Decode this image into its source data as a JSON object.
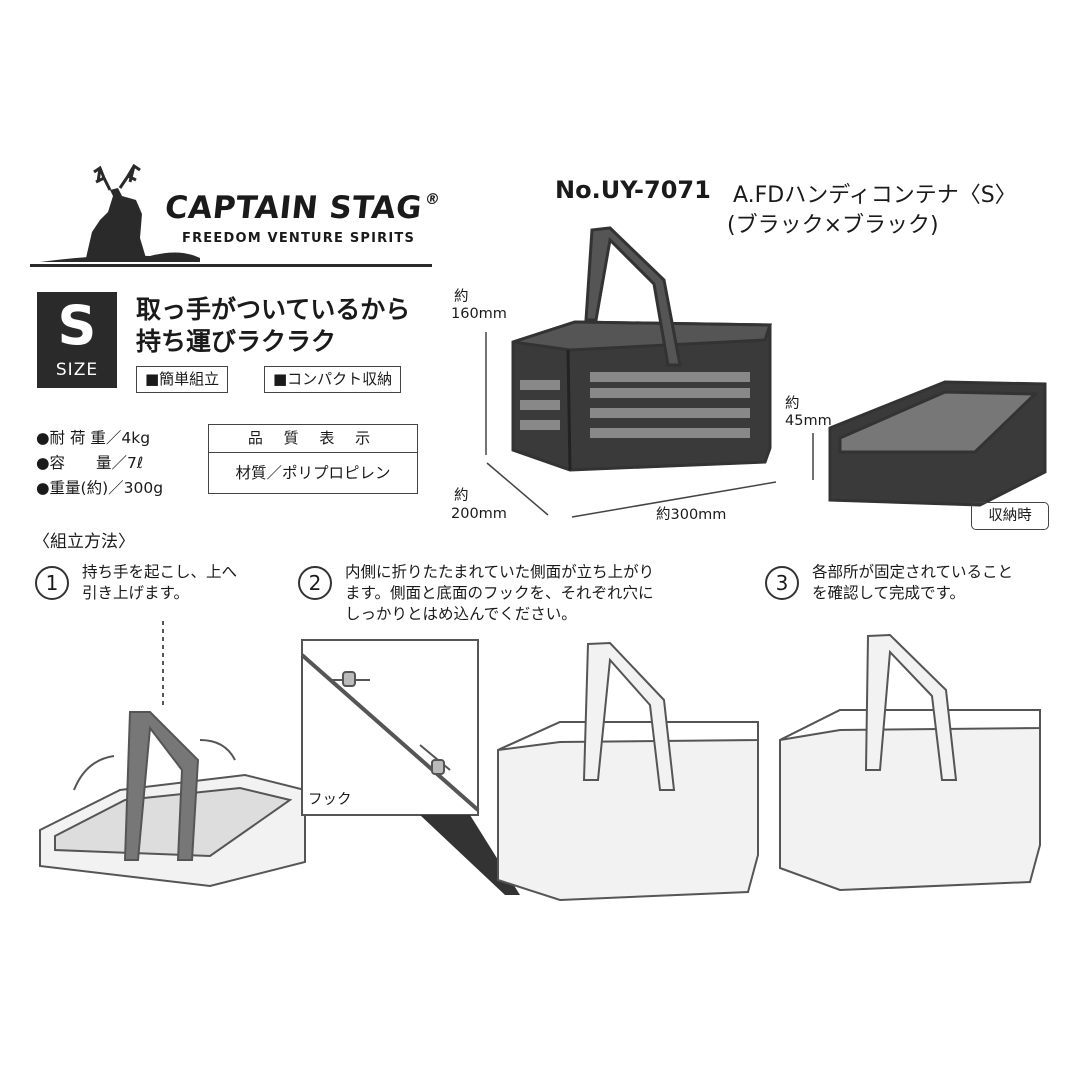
{
  "brand": {
    "name": "CAPTAIN STAG",
    "registered": "®",
    "tagline": "FREEDOM VENTURE SPIRITS"
  },
  "product": {
    "model": "No.UY-7071",
    "name": "A.FDハンディコンテナ〈S〉",
    "color": "(ブラック×ブラック)"
  },
  "size_badge": {
    "letter": "S",
    "label": "SIZE"
  },
  "headline": [
    "取っ手がついているから",
    "持ち運びラクラク"
  ],
  "features": [
    "■簡単組立",
    "■コンパクト収納"
  ],
  "specs": [
    "●耐 荷 重／4kg",
    "●容　　量／7ℓ",
    "●重量(約)／300g"
  ],
  "quality": {
    "title": "品 質 表 示",
    "material": "材質／ポリプロピレン"
  },
  "dimensions": {
    "height_label": "約",
    "height": "160mm",
    "depth_label": "約",
    "depth": "200mm",
    "width": "約300mm",
    "folded_label": "約",
    "folded_height": "45mm",
    "storage_label": "収納時"
  },
  "assembly": {
    "title": "〈組立方法〉",
    "steps": [
      {
        "num": "1",
        "lines": [
          "持ち手を起こし、上へ",
          "引き上げます。"
        ]
      },
      {
        "num": "2",
        "lines": [
          "内側に折りたたまれていた側面が立ち上がり",
          "ます。側面と底面のフックを、それぞれ穴に",
          "しっかりとはめ込んでください。"
        ]
      },
      {
        "num": "3",
        "lines": [
          "各部所が固定されていること",
          "を確認して完成です。"
        ]
      }
    ],
    "hook_label": "フック"
  },
  "colors": {
    "dark_product": "#3a3a3a",
    "light_product": "#f2f2f2",
    "line": "#444444",
    "badge": "#2a2a2a"
  }
}
